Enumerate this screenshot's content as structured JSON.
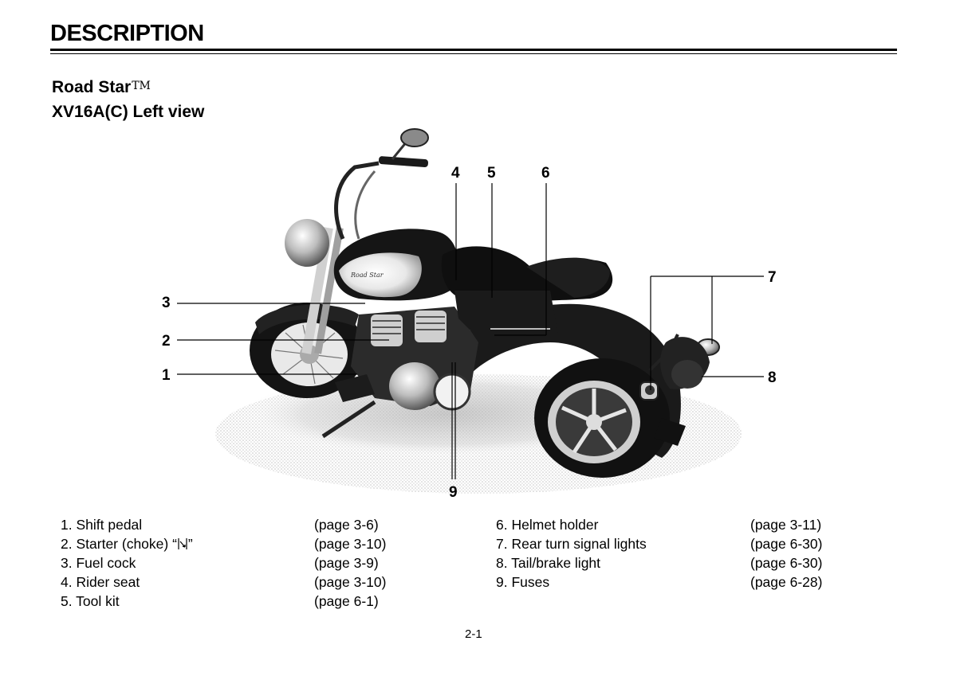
{
  "header": {
    "title": "DESCRIPTION"
  },
  "section": {
    "model_name": "Road Star",
    "trademark": "TM",
    "view_title": "XV16A(C) Left view"
  },
  "figure": {
    "image_description": "motorcycle-left-view-photo",
    "callouts": [
      "1",
      "2",
      "3",
      "4",
      "5",
      "6",
      "7",
      "8",
      "9"
    ]
  },
  "legend": {
    "items": [
      {
        "num": "1.",
        "label": "Shift pedal",
        "page": "(page 3-6)"
      },
      {
        "num": "2.",
        "label": "Starter (choke) “",
        "label_suffix": "”",
        "page": "(page 3-10)",
        "symbol": "choke-icon"
      },
      {
        "num": "3.",
        "label": "Fuel cock",
        "page": "(page 3-9)"
      },
      {
        "num": "4.",
        "label": "Rider seat",
        "page": "(page 3-10)"
      },
      {
        "num": "5.",
        "label": "Tool kit",
        "page": "(page 6-1)"
      },
      {
        "num": "6.",
        "label": "Helmet holder",
        "page": "(page 3-11)"
      },
      {
        "num": "7.",
        "label": "Rear turn signal lights",
        "page": "(page 6-30)"
      },
      {
        "num": "8.",
        "label": "Tail/brake light",
        "page": "(page 6-30)"
      },
      {
        "num": "9.",
        "label": "Fuses",
        "page": "(page 6-28)"
      }
    ]
  },
  "footer": {
    "page_number": "2-1"
  }
}
